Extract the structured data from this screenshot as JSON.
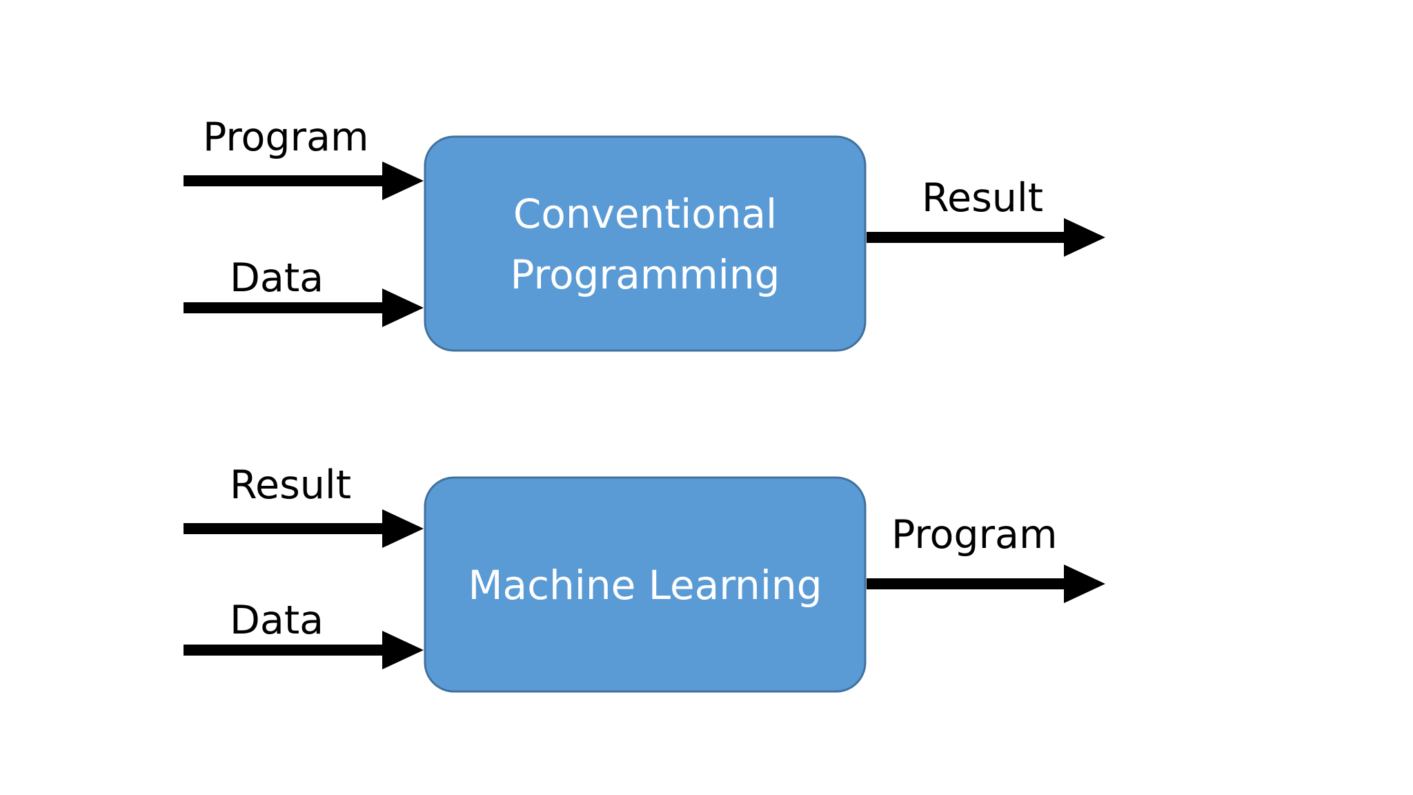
{
  "diagram": {
    "top": {
      "process_line1": "Conventional",
      "process_line2": "Programming",
      "input1_label": "Program",
      "input2_label": "Data",
      "output_label": "Result"
    },
    "bottom": {
      "process_label": "Machine Learning",
      "input1_label": "Result",
      "input2_label": "Data",
      "output_label": "Program"
    },
    "colors": {
      "box_fill": "#5b9bd5",
      "box_border": "#41719c",
      "box_text": "#ffffff",
      "arrow": "#000000",
      "label": "#000000"
    }
  }
}
